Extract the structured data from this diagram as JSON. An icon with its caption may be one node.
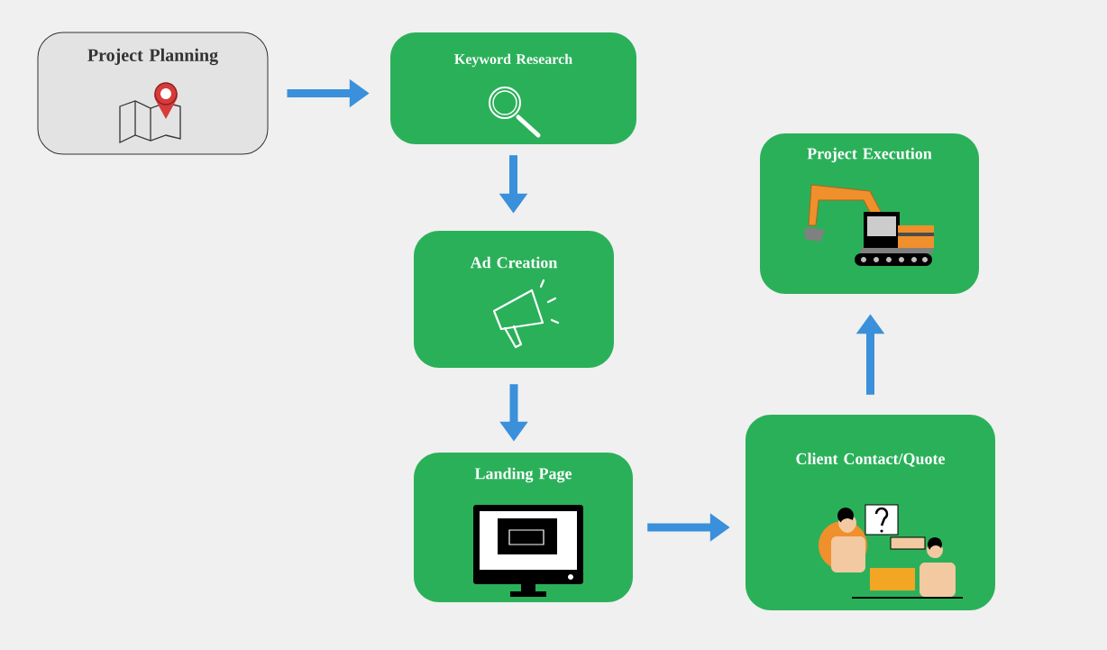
{
  "diagram": {
    "nodes": [
      {
        "text": [
          "Project Planning"
        ]
      },
      {
        "text": [
          "Keyword Research"
        ]
      },
      {
        "text": [
          "Ad Creation"
        ]
      },
      {
        "text": [
          "Landing Page"
        ]
      },
      {
        "text": [
          "Client Contact/Quote"
        ]
      },
      {
        "text": [
          "Project Execution"
        ]
      }
    ],
    "edges": [
      {
        "from": 0,
        "to": 1,
        "arrow": "to"
      },
      {
        "from": 1,
        "to": 2,
        "arrow": "to"
      },
      {
        "from": 2,
        "to": 3,
        "arrow": "to"
      },
      {
        "from": 3,
        "to": 4,
        "arrow": "to"
      },
      {
        "from": 4,
        "to": 5,
        "arrow": "to"
      }
    ]
  }
}
